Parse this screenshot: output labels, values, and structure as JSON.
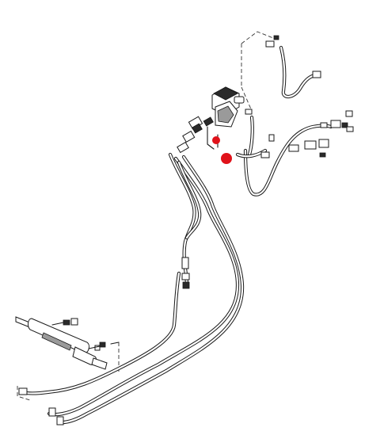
{
  "diagram": {
    "marker_color": "#e0121a",
    "line_color": "#1a1a1a",
    "components": [
      "pump-unit",
      "hydraulic-cylinder",
      "hose-bundle",
      "fittings"
    ]
  }
}
